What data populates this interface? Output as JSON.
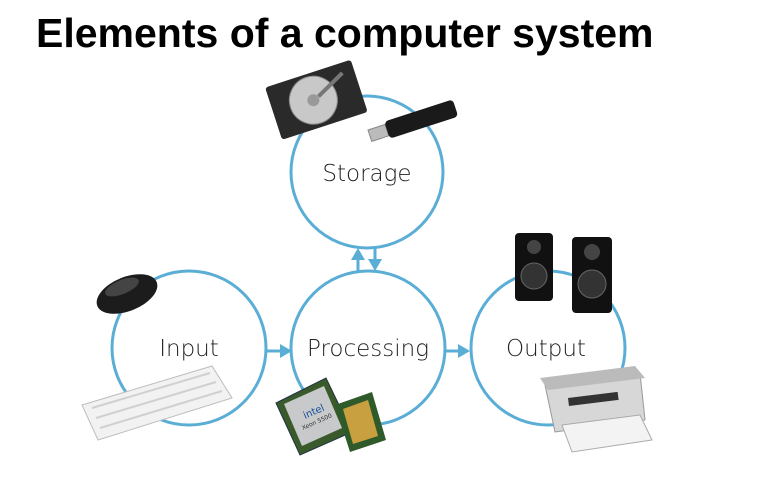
{
  "title": "Elements of a computer system",
  "nodes": {
    "storage": "Storage",
    "input": "Input",
    "processing": "Processing",
    "output": "Output"
  },
  "cpu_text": {
    "brand": "intel",
    "model": "Xeon 5500"
  },
  "colors": {
    "circle": "#5aaed6",
    "arrow": "#5aaed6",
    "title": "#000000"
  },
  "icons": [
    "hard-drive-icon",
    "usb-drive-icon",
    "mouse-icon",
    "keyboard-icon",
    "cpu-icon",
    "speakers-icon",
    "printer-icon"
  ]
}
